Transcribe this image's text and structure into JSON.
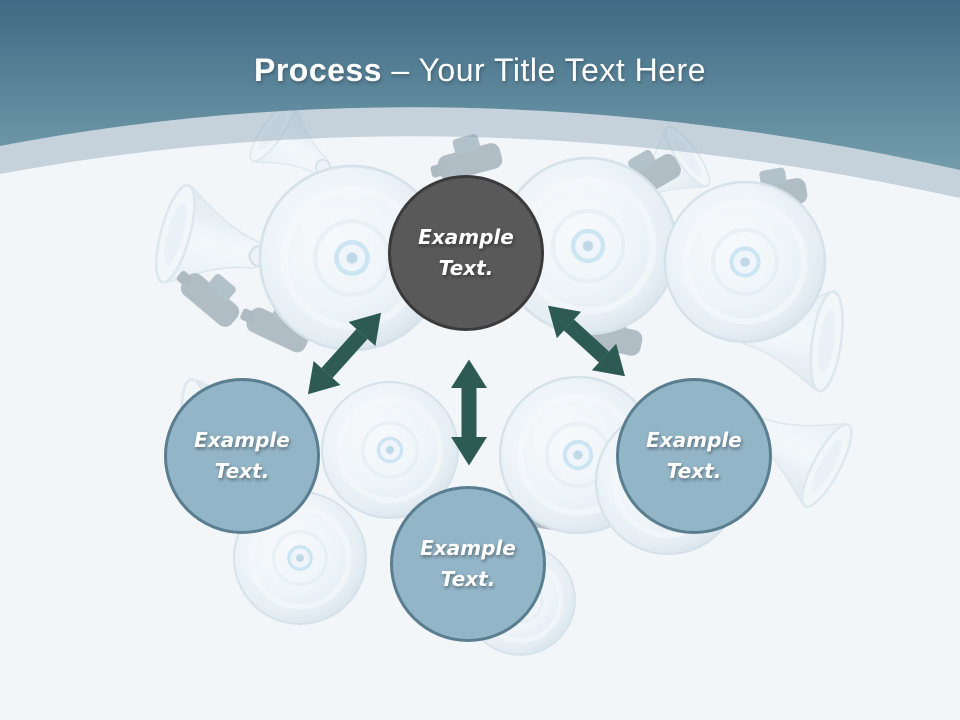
{
  "header": {
    "title_emphasis": "Process",
    "title_rest": "– Your Title Text Here"
  },
  "diagram": {
    "nodes": [
      {
        "id": "top",
        "variant": "dark",
        "line1": "Example",
        "line2": "Text."
      },
      {
        "id": "left",
        "variant": "blue",
        "line1": "Example",
        "line2": "Text."
      },
      {
        "id": "bottom",
        "variant": "blue",
        "line1": "Example",
        "line2": "Text."
      },
      {
        "id": "right",
        "variant": "blue",
        "line1": "Example",
        "line2": "Text."
      }
    ],
    "connectors": [
      {
        "id": "top-to-left",
        "style": "double-headed-diagonal"
      },
      {
        "id": "top-to-bottom",
        "style": "double-headed-vertical"
      },
      {
        "id": "top-to-right",
        "style": "double-headed-diagonal"
      }
    ]
  },
  "background": {
    "watermark": "megaphones-cluster",
    "band_shape": "curved-swoosh"
  },
  "colors": {
    "canvas": "#f2f6f9",
    "band_gradient_top": "#406a85",
    "band_gradient_bottom": "#739daf",
    "underband": "#8fa6b5",
    "node_dark_fill": "#595959",
    "node_dark_border": "#3a3a3a",
    "node_blue_fill": "#92b5c7",
    "node_blue_border": "#5a7d8f",
    "arrow": "#2d5a52",
    "title_text": "#ffffff"
  }
}
